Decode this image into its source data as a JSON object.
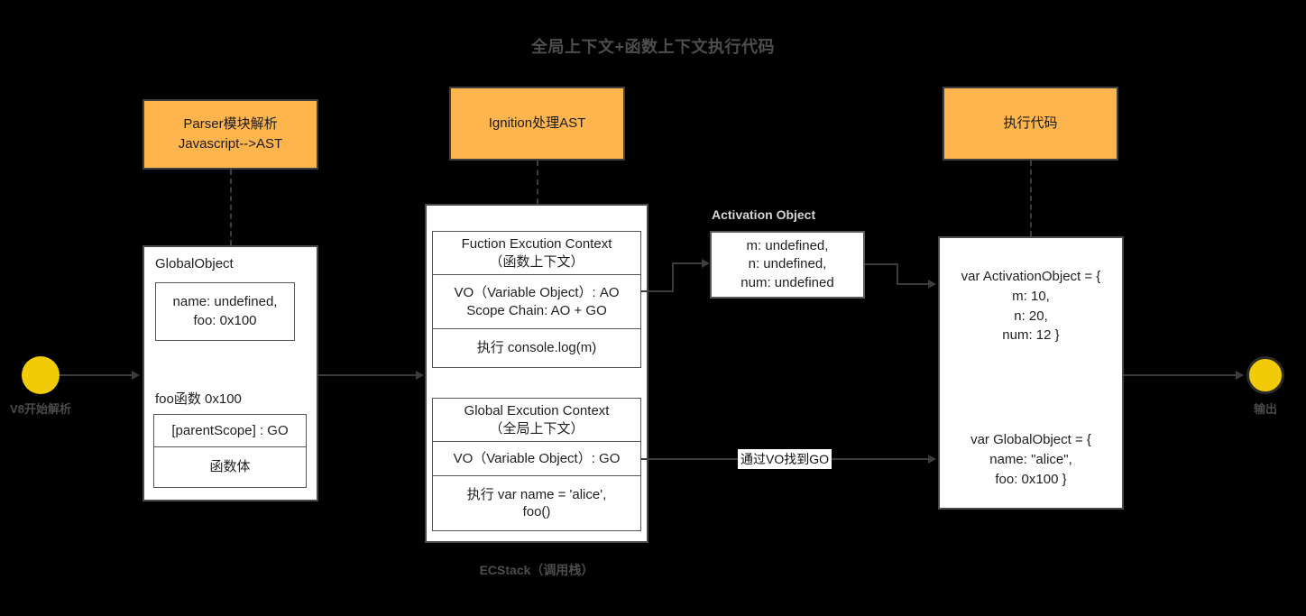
{
  "diagram": {
    "title": "全局上下文+函数上下文执行代码",
    "background_color": "#000000",
    "accent_orange": "#FFB54D",
    "accent_yellow": "#F2CB08",
    "line_color": "#3C3C3C"
  },
  "start_node": {
    "label": "V8开始解析"
  },
  "end_node": {
    "label": "输出"
  },
  "stages": [
    {
      "id": "parser",
      "line1": "Parser模块解析",
      "line2": "Javascript-->AST"
    },
    {
      "id": "ignition",
      "line1": "Ignition处理AST",
      "line2": ""
    },
    {
      "id": "execute",
      "line1": "执行代码",
      "line2": ""
    }
  ],
  "global_object_panel": {
    "title": "GlobalObject",
    "props_box": "name: undefined,\nfoo: 0x100",
    "function_label": "foo函数 0x100",
    "function_rows": [
      "[parentScope] : GO",
      "函数体"
    ]
  },
  "ecstack_panel": {
    "caption": "ECStack（调用栈）",
    "frames": [
      {
        "id": "function-context",
        "rows": [
          "Fuction Excution Context\n（函数上下文）",
          "VO（Variable Object）: AO\nScope Chain: AO + GO",
          "执行 console.log(m)"
        ]
      },
      {
        "id": "global-context",
        "rows": [
          "Global Excution Context\n（全局上下文）",
          "VO（Variable Object）: GO",
          "执行 var name = 'alice',\nfoo()"
        ]
      }
    ]
  },
  "activation_object": {
    "caption": "Activation Object",
    "body": "m: undefined,\nn:  undefined,\nnum: undefined"
  },
  "result_panel": {
    "activation_result": "var ActivationObject = {\nm: 10,\nn: 20,\nnum: 12 }",
    "global_result": "var GlobalObject = {\nname: \"alice\",\nfoo: 0x100   }"
  },
  "edges": [
    {
      "id": "vo-to-go",
      "label": "通过VO找到GO"
    }
  ]
}
